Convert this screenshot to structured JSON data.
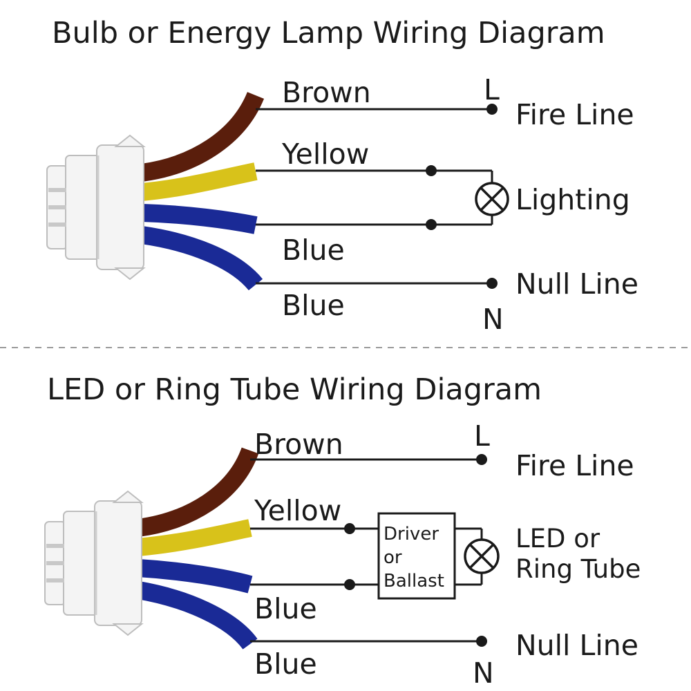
{
  "colors": {
    "brown": "#5a1e0c",
    "yellow": "#d8c21a",
    "blue": "#1a2a96",
    "line": "#1a1a1a",
    "connector": "#f4f4f4"
  },
  "diagram1": {
    "title": "Bulb or Energy Lamp Wiring Diagram",
    "wire_labels": {
      "brown": "Brown",
      "yellow": "Yellow",
      "blue1": "Blue",
      "blue2": "Blue"
    },
    "terminal_l": "L",
    "terminal_n": "N",
    "fire_line": "Fire Line",
    "lighting": "Lighting",
    "null_line": "Null Line",
    "lamp_icon": "lamp-symbol-icon"
  },
  "diagram2": {
    "title": "LED or Ring Tube Wiring Diagram",
    "wire_labels": {
      "brown": "Brown",
      "yellow": "Yellow",
      "blue1": "Blue",
      "blue2": "Blue"
    },
    "terminal_l": "L",
    "terminal_n": "N",
    "fire_line": "Fire Line",
    "driver_lines": [
      "Driver",
      "or",
      "Ballast"
    ],
    "led_lines": [
      "LED or",
      "Ring Tube"
    ],
    "null_line": "Null Line",
    "lamp_icon": "lamp-symbol-icon"
  }
}
